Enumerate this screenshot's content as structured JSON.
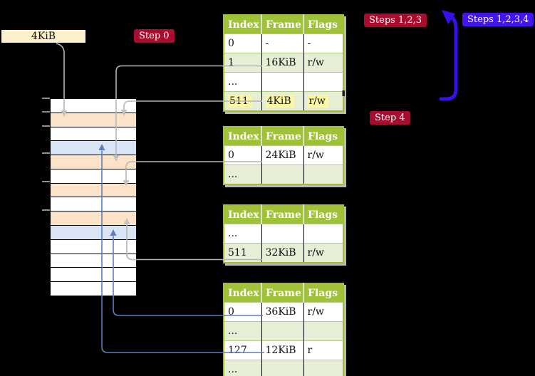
{
  "colors": {
    "background": "#000000",
    "table_header_green": "#9fc238",
    "table_row_green": "#e7eed6",
    "table_row_white": "#ffffff",
    "memory_frame_orange": "#fbe3c8",
    "memory_frame_blue": "#d9e4f4",
    "memory_frame_white": "#ffffff",
    "highlight_yellow": "#fcf7a5",
    "badge_red": "#a80d2f",
    "badge_blue": "#4316f0",
    "arrow_gray": "#b6b6b6",
    "arrow_blue_thin": "#5b80ba",
    "arrow_blue_thick": "#3a10ea",
    "label_cream": "#fcf0cc"
  },
  "frame_label": {
    "text": "4KiB"
  },
  "badges": {
    "step0": {
      "text": "Step 0"
    },
    "steps123": {
      "text": "Steps 1,2,3"
    },
    "steps1234": {
      "text": "Steps 1,2,3,4"
    },
    "step4": {
      "text": "Step 4"
    }
  },
  "page_tables": [
    {
      "headers": [
        "Index",
        "Frame",
        "Flags"
      ],
      "rows": [
        {
          "cells": [
            "0",
            "-",
            "-"
          ],
          "highlight": false
        },
        {
          "cells": [
            "1",
            "16KiB",
            "r/w"
          ],
          "highlight": false
        },
        {
          "cells": [
            "...",
            "",
            ""
          ],
          "highlight": false
        },
        {
          "cells": [
            "511",
            "4KiB",
            "r/w"
          ],
          "highlight": true
        }
      ]
    },
    {
      "headers": [
        "Index",
        "Frame",
        "Flags"
      ],
      "rows": [
        {
          "cells": [
            "0",
            "24KiB",
            "r/w"
          ],
          "highlight": false
        },
        {
          "cells": [
            "...",
            "",
            ""
          ],
          "highlight": false
        }
      ]
    },
    {
      "headers": [
        "Index",
        "Frame",
        "Flags"
      ],
      "rows": [
        {
          "cells": [
            "...",
            "",
            ""
          ],
          "highlight": false
        },
        {
          "cells": [
            "511",
            "32KiB",
            "r/w"
          ],
          "highlight": false
        }
      ]
    },
    {
      "headers": [
        "Index",
        "Frame",
        "Flags"
      ],
      "rows": [
        {
          "cells": [
            "0",
            "36KiB",
            "r/w"
          ],
          "highlight": false
        },
        {
          "cells": [
            "...",
            "",
            ""
          ],
          "highlight": false
        },
        {
          "cells": [
            "127",
            "12KiB",
            "r"
          ],
          "highlight": false
        },
        {
          "cells": [
            "...",
            "",
            ""
          ],
          "highlight": false
        }
      ]
    }
  ],
  "memory": {
    "rows": [
      {
        "bg": "#ffffff"
      },
      {
        "bg": "#fbe3c8"
      },
      {
        "bg": "#ffffff"
      },
      {
        "bg": "#d9e4f4"
      },
      {
        "bg": "#fbe3c8"
      },
      {
        "bg": "#ffffff"
      },
      {
        "bg": "#fbe3c8"
      },
      {
        "bg": "#ffffff"
      },
      {
        "bg": "#fbe3c8"
      },
      {
        "bg": "#d9e4f4"
      },
      {
        "bg": "#ffffff"
      },
      {
        "bg": "#ffffff"
      },
      {
        "bg": "#ffffff"
      },
      {
        "bg": "#ffffff"
      }
    ]
  }
}
